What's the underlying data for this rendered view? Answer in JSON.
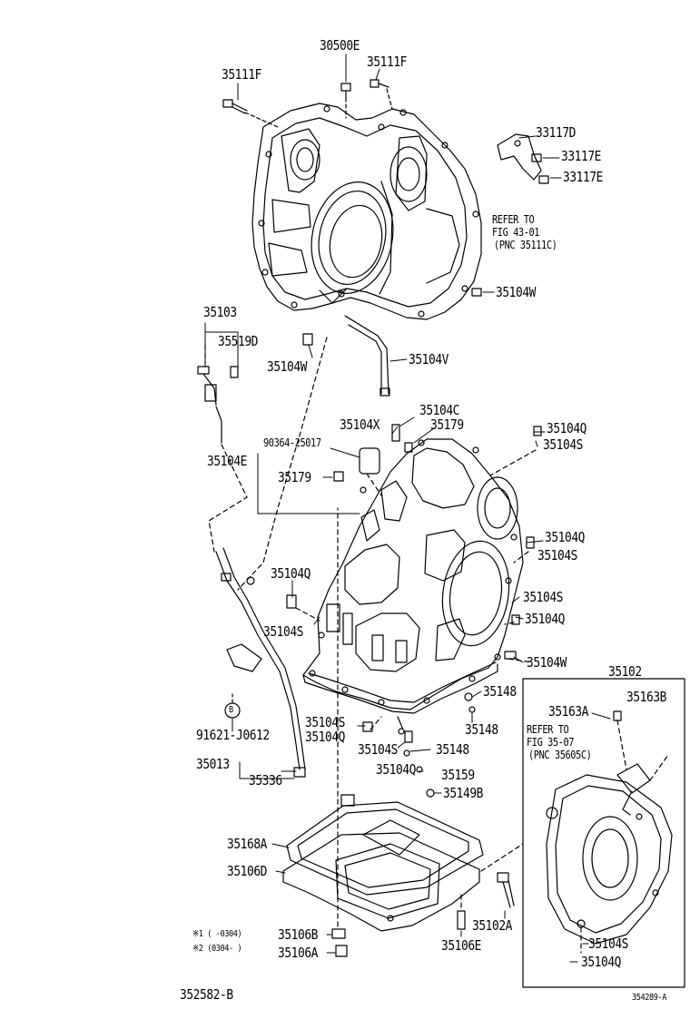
{
  "labels": {
    "p30500E": "30500E",
    "p35111F_a": "35111F",
    "p35111F_b": "35111F",
    "p33117D": "33117D",
    "p33117E_a": "33117E",
    "p33117E_b": "33117E",
    "refer_a": "REFER TO",
    "refer_b": "FIG 43-01",
    "refer_c": "(PNC 35111C)",
    "p35104W_a": "35104W",
    "p35103": "35103",
    "p35519D": "35519D",
    "p35104W_b": "35104W",
    "p35104V": "35104V",
    "p35104C": "35104C",
    "p35104X": "35104X",
    "p35179_a": "35179",
    "p90364": "90364-25017",
    "p35104Q_a": "35104Q",
    "p35104S_a": "35104S",
    "p35104E": "35104E",
    "p35179_b": "35179",
    "p35104Q_b": "35104Q",
    "p35104S_b": "35104S",
    "p35104Q_c": "35104Q",
    "p35104S_c": "35104S",
    "p35104S_d": "35104S",
    "p35104Q_d": "35104Q",
    "p35104W_c": "35104W",
    "p35102": "35102",
    "p35148_a": "35148",
    "p35163A": "35163A",
    "p35163B": "35163B",
    "p35148_b": "35148",
    "p91621": "91621-J0612",
    "p35104S_e": "35104S",
    "p35104Q_e": "35104Q",
    "refer_d": "REFER TO",
    "refer_e": "FIG 35-07",
    "refer_f": "(PNC 35605C)",
    "p35104S_f": "35104S",
    "p35148_c": "35148",
    "p35013": "35013",
    "p35104Q_f": "35104Q",
    "p35159": "35159",
    "p35336": "35336",
    "p35149B": "35149B",
    "p35168A": "35168A",
    "p35106D": "35106D",
    "p35102A": "35102A",
    "note_1": "※1 (    -0304)",
    "p35106B": "35106B",
    "note_2": "※2 (0304-    )",
    "p35106A": "35106A",
    "p35106E": "35106E",
    "p35104S_g": "35104S",
    "p35104Q_g": "35104Q",
    "footer_id": "352582-B",
    "footer_code": "354289-A",
    "marker_b": "B"
  }
}
